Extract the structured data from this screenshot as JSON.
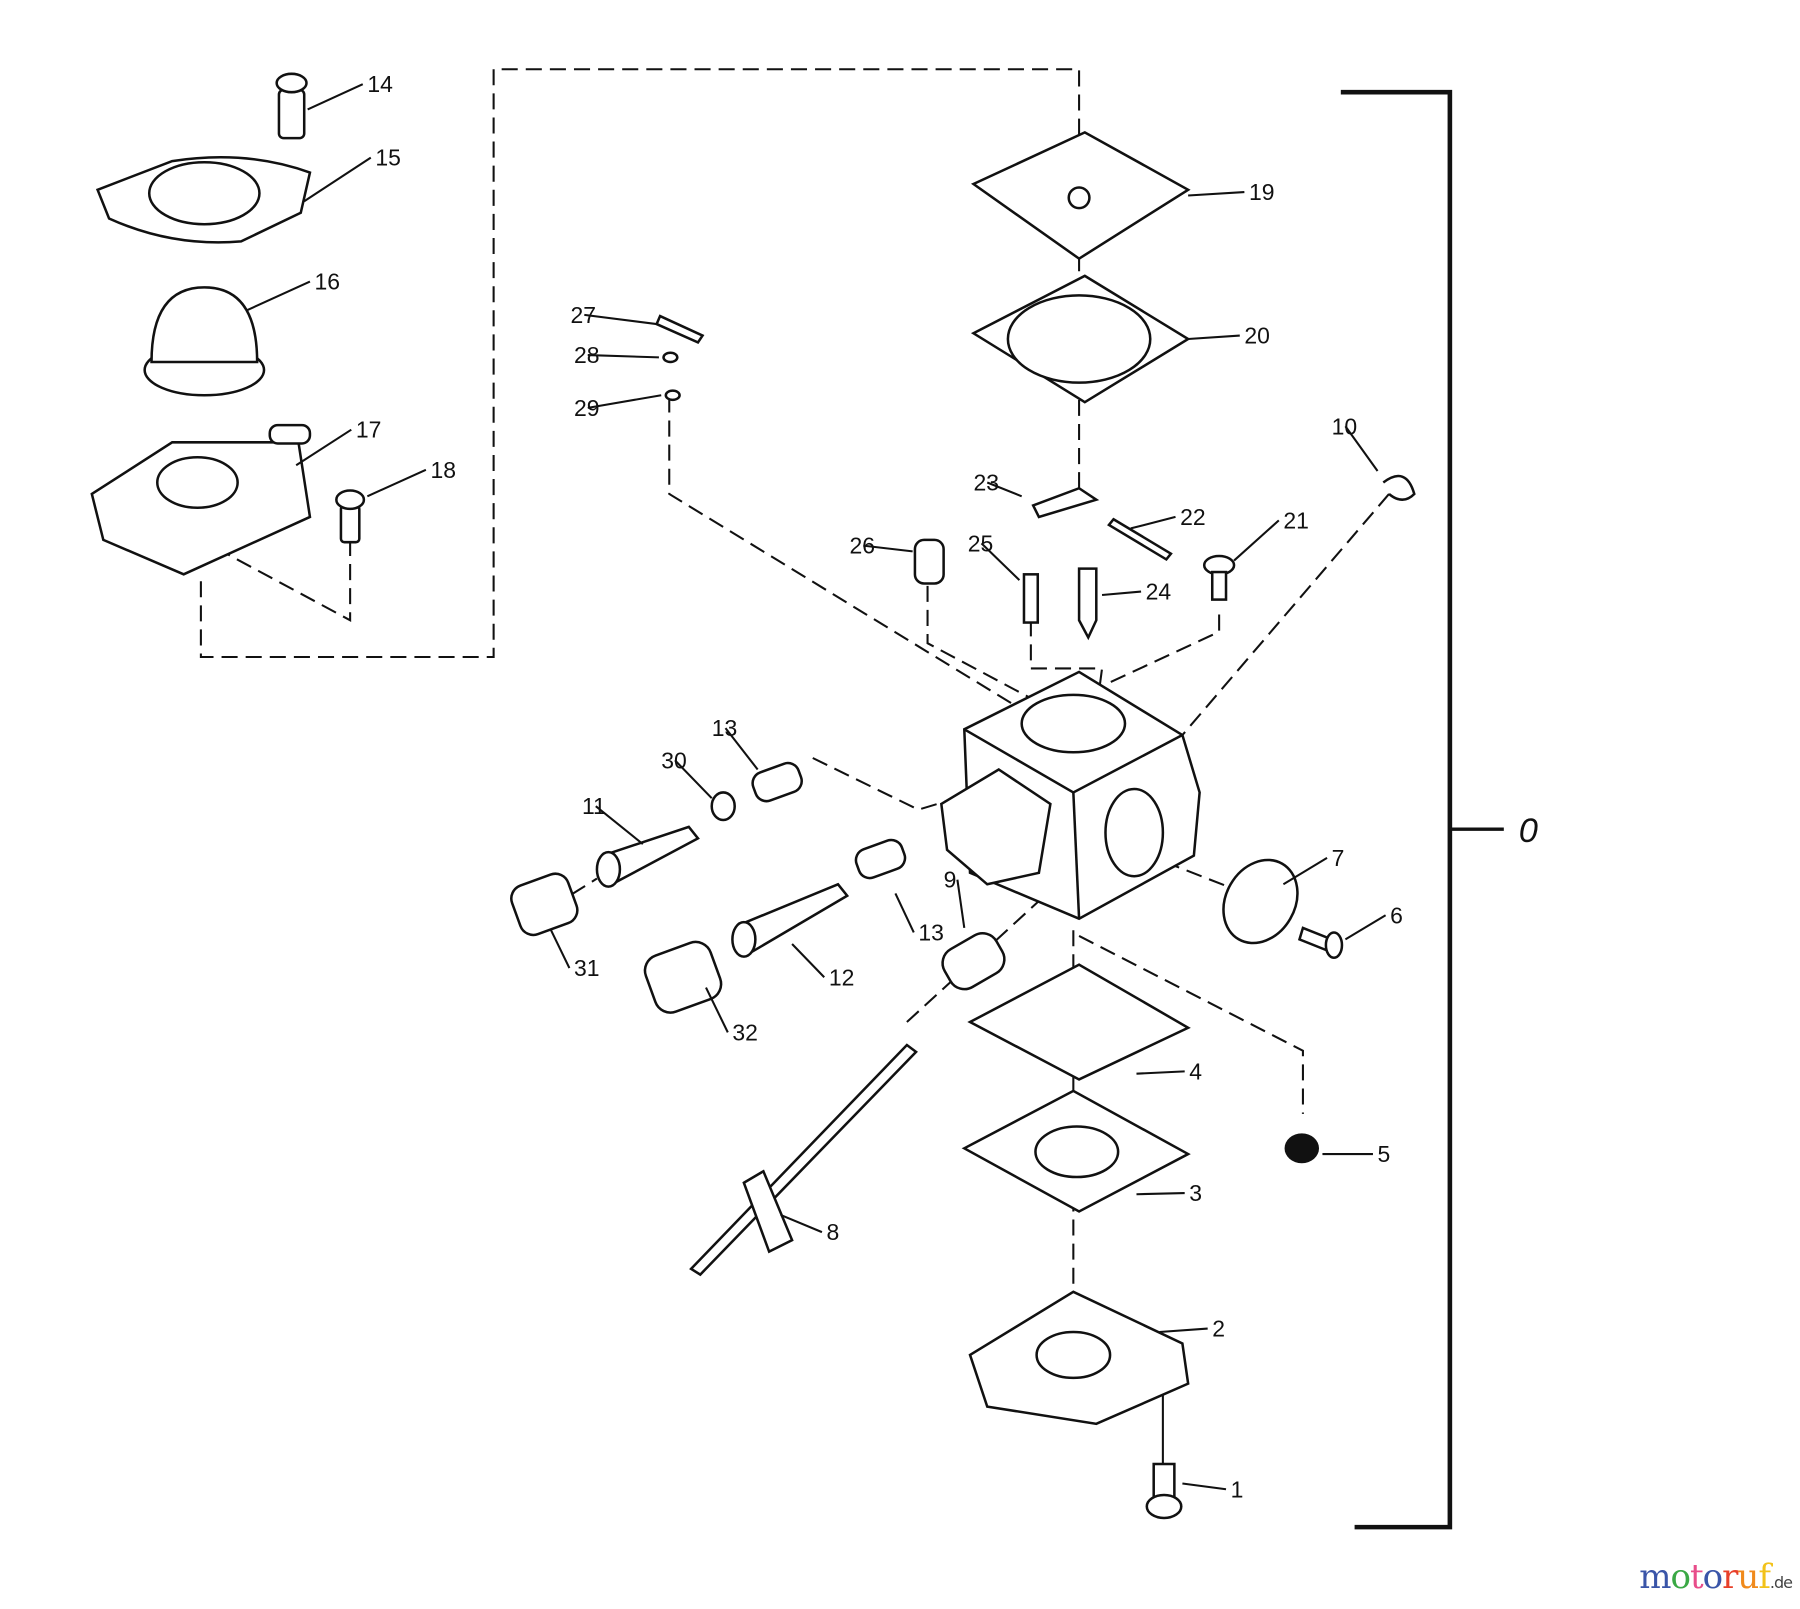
{
  "diagram": {
    "type": "exploded parts diagram",
    "assembly_label": "0",
    "callouts": [
      "1",
      "2",
      "3",
      "4",
      "5",
      "6",
      "7",
      "8",
      "9",
      "10",
      "11",
      "12",
      "13",
      "13",
      "14",
      "15",
      "16",
      "17",
      "18",
      "19",
      "20",
      "21",
      "22",
      "23",
      "24",
      "25",
      "26",
      "27",
      "28",
      "29",
      "30",
      "31",
      "32"
    ]
  },
  "watermark": {
    "letters": [
      "m",
      "o",
      "t",
      "o",
      "r",
      "u",
      "f"
    ],
    "letter_colors": [
      "#3a55a8",
      "#3aa845",
      "#e84d8a",
      "#3a55a8",
      "#e8402a",
      "#f08a1c",
      "#f2c21a"
    ],
    "suffix": ".de"
  }
}
